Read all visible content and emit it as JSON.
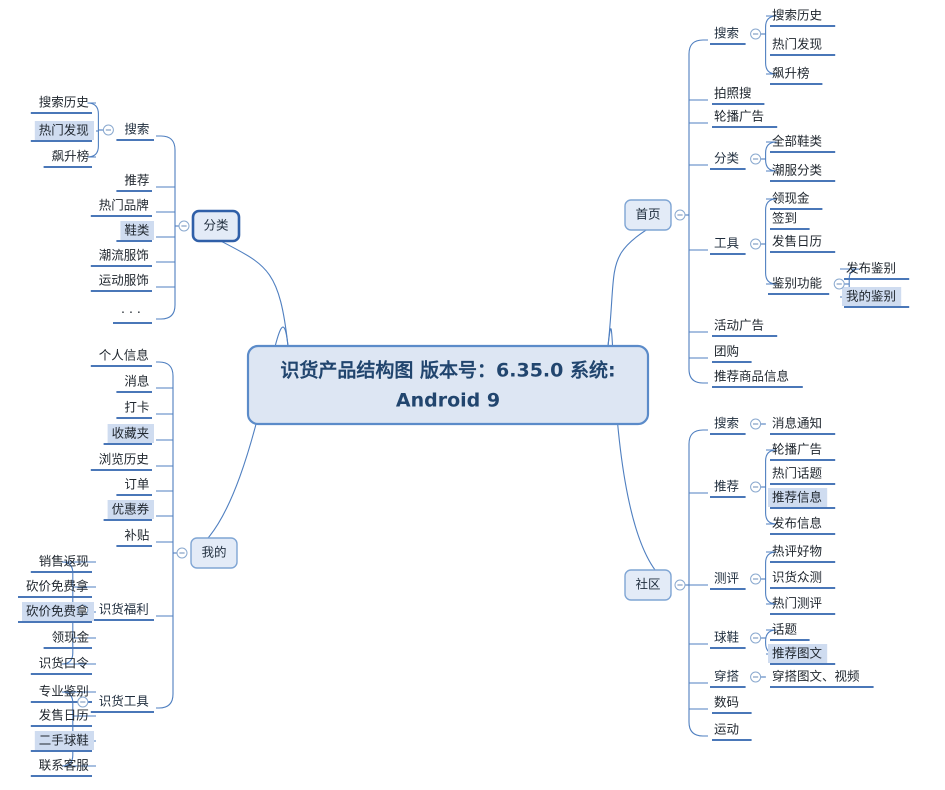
{
  "diagram": {
    "type": "mindmap",
    "title": "识货产品结构图 版本号：6.35.0 系统：Android 9",
    "center": {
      "line1": "识货产品结构图 版本号：6.35.0 系统:",
      "line2": "Android 9"
    },
    "colors": {
      "background": "#ffffff",
      "connector": "#4f7fc0",
      "underline": "#4a77b8",
      "node_fill": "#e3ebf7",
      "node_border": "#7fa5d4",
      "node_border_selected": "#2f5fa8",
      "center_fill": "#dde6f3",
      "center_border": "#5b8bc9",
      "center_text": "#21456e",
      "highlight": "#cfdcf0",
      "text": "#20272f"
    },
    "branches": [
      {
        "id": "shouye",
        "label": "首页",
        "side": "right",
        "selected": false,
        "children": [
          {
            "label": "搜索",
            "children": [
              {
                "label": "搜索历史"
              },
              {
                "label": "热门发现"
              },
              {
                "label": "飙升榜"
              }
            ]
          },
          {
            "label": "拍照搜",
            "children": []
          },
          {
            "label": "轮播广告",
            "children": []
          },
          {
            "label": "分类",
            "children": [
              {
                "label": "全部鞋类"
              },
              {
                "label": "潮服分类"
              }
            ]
          },
          {
            "label": "工具",
            "children": [
              {
                "label": "领现金"
              },
              {
                "label": "签到"
              },
              {
                "label": "发售日历"
              },
              {
                "label": "鉴别功能",
                "children": [
                  {
                    "label": "发布鉴别"
                  },
                  {
                    "label": "我的鉴别",
                    "highlight": true
                  }
                ]
              }
            ]
          },
          {
            "label": "活动广告",
            "children": []
          },
          {
            "label": "团购",
            "children": []
          },
          {
            "label": "推荐商品信息",
            "children": []
          }
        ]
      },
      {
        "id": "shequ",
        "label": "社区",
        "side": "right",
        "selected": false,
        "children": [
          {
            "label": "搜索",
            "children": [
              {
                "label": "消息通知"
              }
            ]
          },
          {
            "label": "推荐",
            "children": [
              {
                "label": "轮播广告"
              },
              {
                "label": "热门话题"
              },
              {
                "label": "推荐信息",
                "highlight": true
              },
              {
                "label": "发布信息"
              }
            ]
          },
          {
            "label": "测评",
            "children": [
              {
                "label": "热评好物"
              },
              {
                "label": "识货众测"
              },
              {
                "label": "热门测评"
              }
            ]
          },
          {
            "label": "球鞋",
            "children": [
              {
                "label": "话题"
              },
              {
                "label": "推荐图文",
                "highlight": true
              }
            ]
          },
          {
            "label": "穿搭",
            "children": [
              {
                "label": "穿搭图文、视频"
              }
            ]
          },
          {
            "label": "数码",
            "children": []
          },
          {
            "label": "运动",
            "children": []
          }
        ]
      },
      {
        "id": "fenlei",
        "label": "分类",
        "side": "left",
        "selected": true,
        "children": [
          {
            "label": "搜索",
            "children": [
              {
                "label": "搜索历史"
              },
              {
                "label": "热门发现",
                "highlight": true
              },
              {
                "label": "飙升榜"
              }
            ]
          },
          {
            "label": "推荐",
            "children": []
          },
          {
            "label": "热门品牌",
            "children": []
          },
          {
            "label": "鞋类",
            "highlight": true,
            "children": []
          },
          {
            "label": "潮流服饰",
            "children": []
          },
          {
            "label": "运动服饰",
            "children": []
          },
          {
            "label": "· · ·",
            "children": []
          }
        ]
      },
      {
        "id": "wode",
        "label": "我的",
        "side": "left",
        "selected": false,
        "children": [
          {
            "label": "个人信息",
            "children": []
          },
          {
            "label": "消息",
            "children": []
          },
          {
            "label": "打卡",
            "children": []
          },
          {
            "label": "收藏夹",
            "highlight": true,
            "children": []
          },
          {
            "label": "浏览历史",
            "children": []
          },
          {
            "label": "订单",
            "children": []
          },
          {
            "label": "优惠券",
            "highlight": true,
            "children": []
          },
          {
            "label": "补贴",
            "children": []
          },
          {
            "label": "识货福利",
            "children": [
              {
                "label": "销售返现"
              },
              {
                "label": "砍价免费拿"
              },
              {
                "label": "砍价免费拿",
                "highlight": true
              },
              {
                "label": "领现金"
              },
              {
                "label": "识货口令"
              }
            ]
          },
          {
            "label": "识货工具",
            "children": [
              {
                "label": "专业鉴别"
              },
              {
                "label": "发售日历"
              },
              {
                "label": "二手球鞋",
                "highlight": true
              },
              {
                "label": "联系客服"
              }
            ]
          }
        ]
      }
    ]
  }
}
